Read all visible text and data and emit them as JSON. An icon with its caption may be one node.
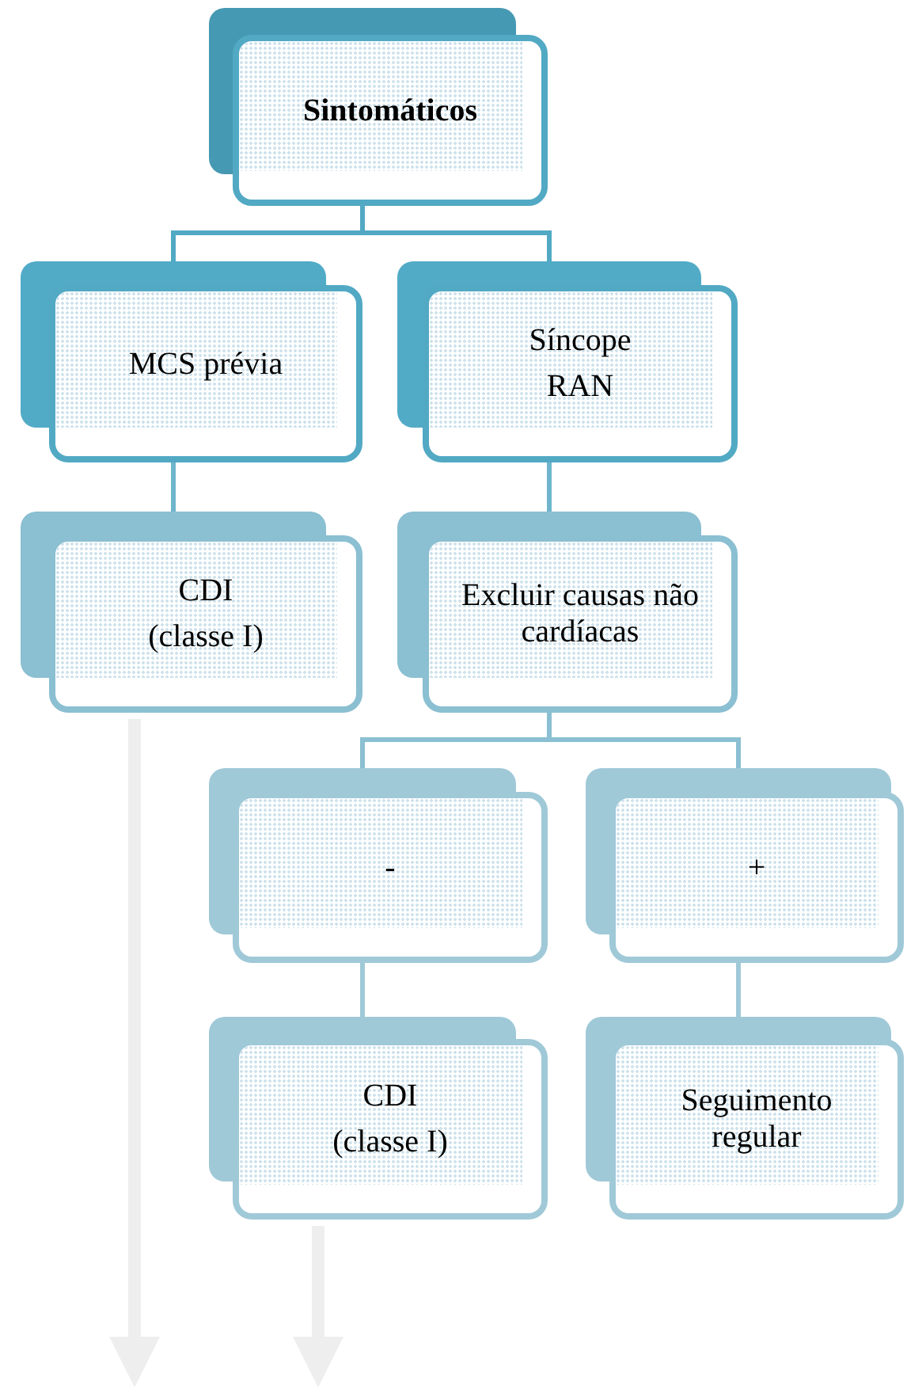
{
  "diagram": {
    "nodes": [
      {
        "text": [
          "Sintomáticos"
        ]
      },
      {
        "text": [
          "MCS prévia"
        ]
      },
      {
        "text": [
          "Síncope",
          "RAN"
        ]
      },
      {
        "text": [
          "CDI",
          "(classe I)"
        ]
      },
      {
        "text": [
          "Excluir causas não cardíacas"
        ]
      },
      {
        "text": [
          "-"
        ]
      },
      {
        "text": [
          "+"
        ]
      },
      {
        "text": [
          "CDI",
          "(classe I)"
        ]
      },
      {
        "text": [
          "Seguimento regular"
        ]
      }
    ],
    "edges": [
      {
        "from": 0,
        "to": 1,
        "arrow": "none"
      },
      {
        "from": 0,
        "to": 2,
        "arrow": "none"
      },
      {
        "from": 1,
        "to": 3,
        "arrow": "none"
      },
      {
        "from": 2,
        "to": 4,
        "arrow": "none"
      },
      {
        "from": 4,
        "to": 5,
        "arrow": "none"
      },
      {
        "from": 4,
        "to": 6,
        "arrow": "none"
      },
      {
        "from": 5,
        "to": 7,
        "arrow": "none"
      },
      {
        "from": 6,
        "to": 8,
        "arrow": "none"
      },
      {
        "from": 3,
        "to": null,
        "arrow": "to",
        "style": "thick",
        "color": "#eeeeee"
      },
      {
        "from": 7,
        "to": null,
        "arrow": "to",
        "style": "thick",
        "color": "#eeeeee"
      }
    ]
  }
}
